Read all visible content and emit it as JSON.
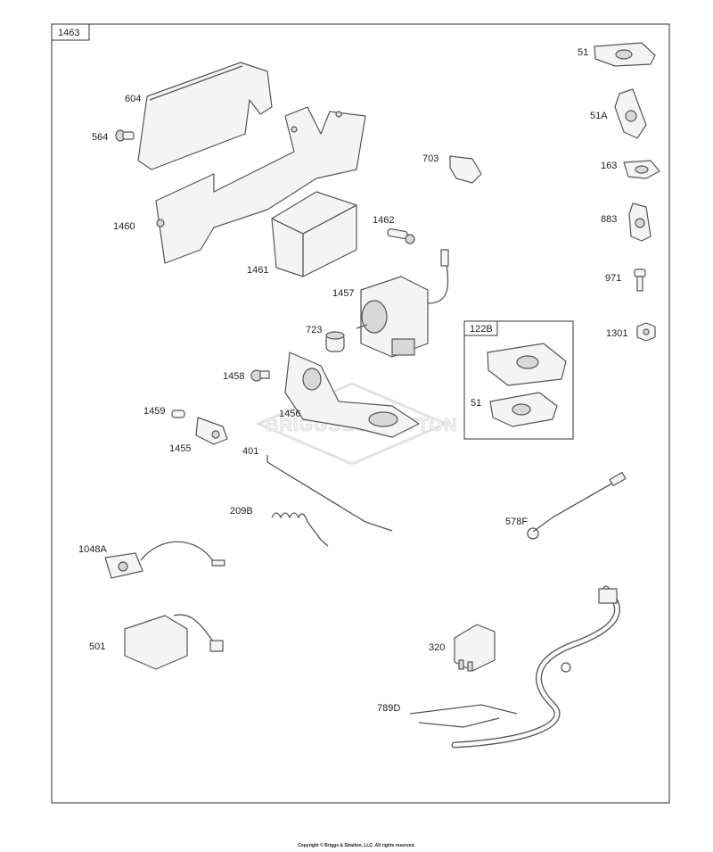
{
  "diagram": {
    "group_label": "1463",
    "inset_label": "122B",
    "watermark": "BRIGGS&STRATTON",
    "parts": {
      "p604": "604",
      "p564": "564",
      "p1460": "1460",
      "p1461": "1461",
      "p703": "703",
      "p1462": "1462",
      "p1457": "1457",
      "p723": "723",
      "p1458": "1458",
      "p1456": "1456",
      "p1459": "1459",
      "p1455": "1455",
      "p401": "401",
      "p209B": "209B",
      "p1048A": "1048A",
      "p501": "501",
      "p320": "320",
      "p789D": "789D",
      "p578F": "578F",
      "p51": "51",
      "p51A": "51A",
      "p163": "163",
      "p883": "883",
      "p971": "971",
      "p1301": "1301",
      "p51_inset": "51"
    }
  },
  "footer": {
    "copyright": "Copyright © Briggs & Stratton, LLC. All rights reserved."
  }
}
